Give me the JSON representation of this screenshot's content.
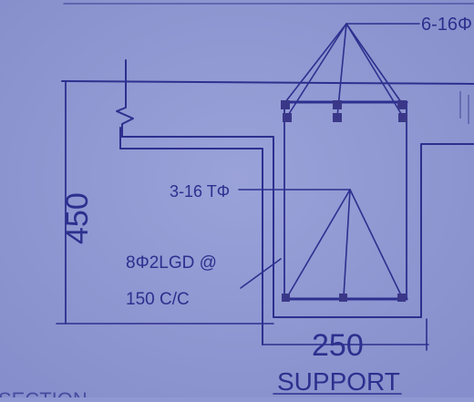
{
  "drawing": {
    "top_bars_label": "6-16Φ",
    "dimension_depth": "450",
    "middle_bars_label": "3-16 TΦ",
    "stirrup_label_line1": "8Φ2LGD @",
    "stirrup_label_line2": "150 C/C",
    "dimension_width": "250",
    "view_title": "SUPPORT",
    "section_label": "SECTION"
  },
  "colors": {
    "paper": "#8f98d2",
    "ink": "#2e2f8e",
    "bar": "#3a3788"
  }
}
